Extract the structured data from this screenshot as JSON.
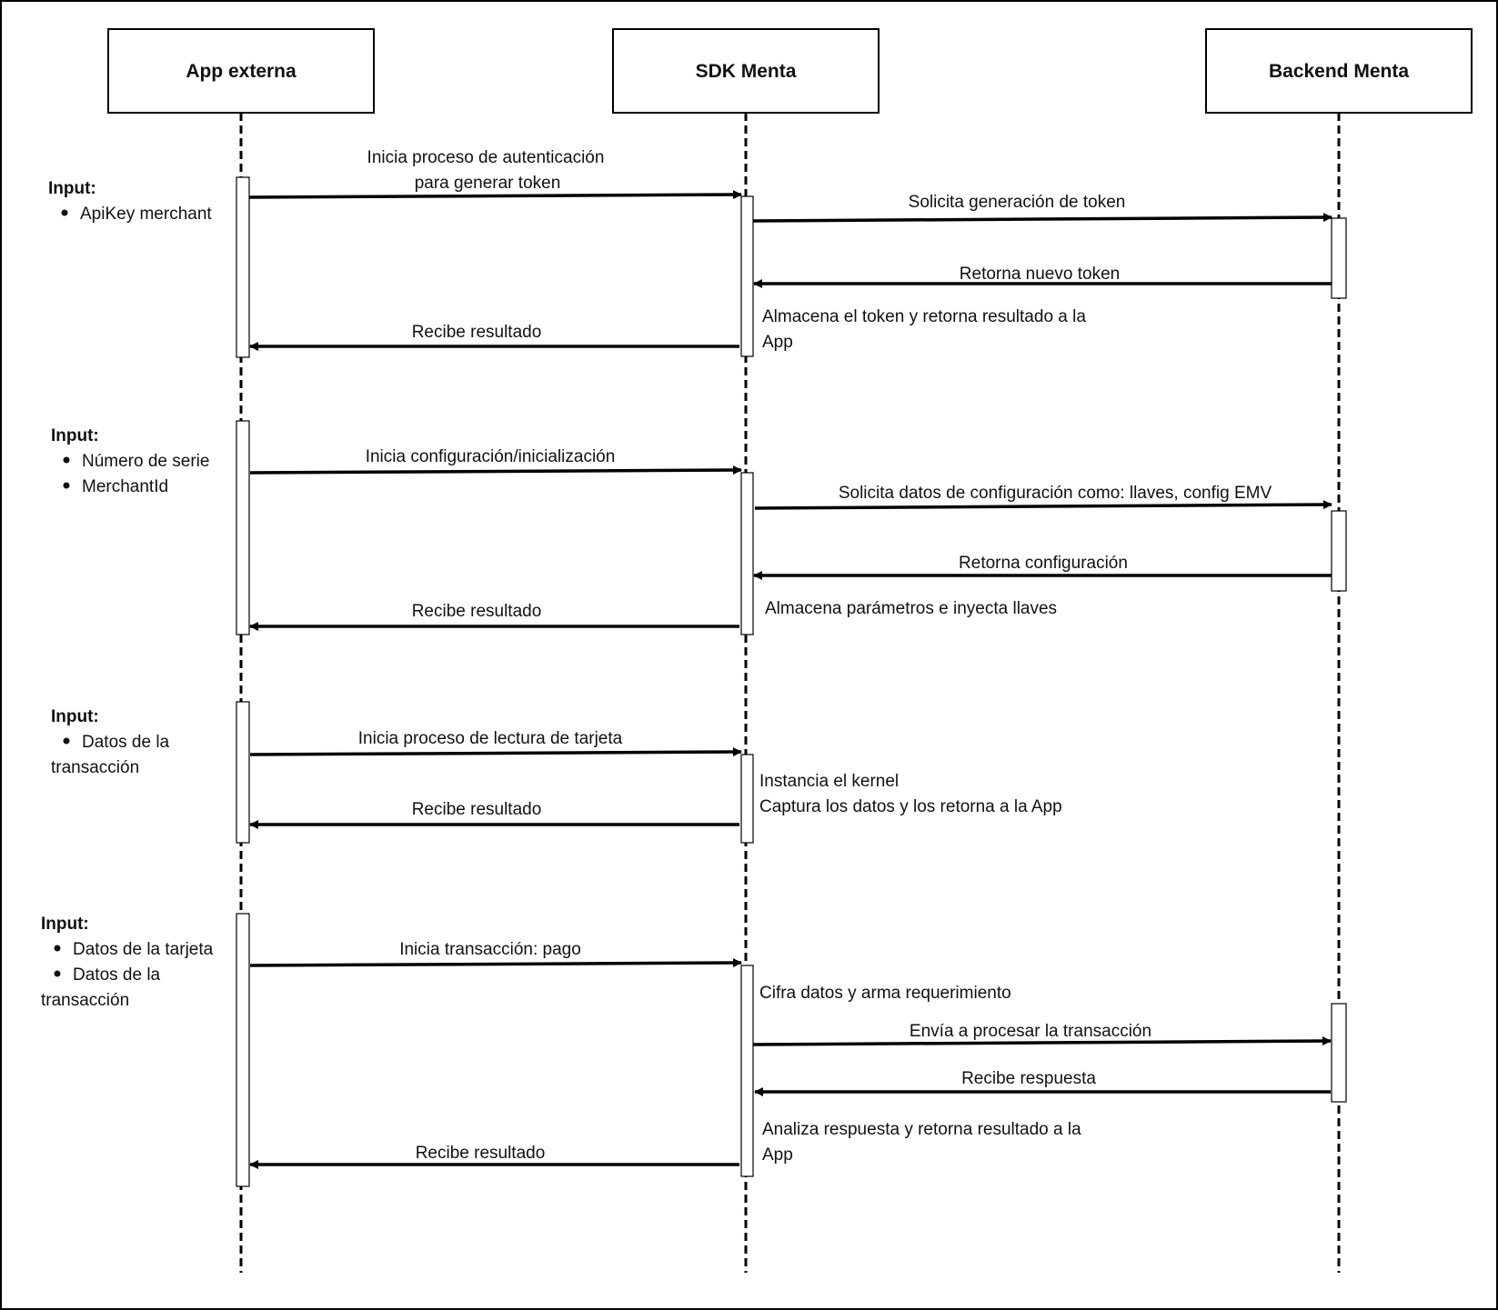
{
  "participants": [
    {
      "id": "app",
      "label": "App externa"
    },
    {
      "id": "sdk",
      "label": "SDK Menta"
    },
    {
      "id": "backend",
      "label": "Backend Menta"
    }
  ],
  "inputs": [
    {
      "title": "Input:",
      "items": [
        "ApiKey merchant"
      ]
    },
    {
      "title": "Input:",
      "items": [
        "Número de serie",
        "MerchantId"
      ]
    },
    {
      "title": "Input:",
      "items": [
        "Datos de la",
        "transacción"
      ]
    },
    {
      "title": "Input:",
      "items": [
        "Datos de la tarjeta",
        "Datos de la",
        "transacción"
      ]
    }
  ],
  "messages": [
    {
      "from": "app",
      "to": "sdk",
      "lines": [
        "Inicia proceso de autenticación",
        "para generar token"
      ]
    },
    {
      "from": "sdk",
      "to": "backend",
      "lines": [
        "Solicita generación de token"
      ]
    },
    {
      "from": "backend",
      "to": "sdk",
      "lines": [
        "Retorna nuevo token"
      ]
    },
    {
      "from": "sdk",
      "to": "app",
      "lines": [
        "Recibe resultado"
      ]
    },
    {
      "from": "app",
      "to": "sdk",
      "lines": [
        "Inicia configuración/inicialización"
      ]
    },
    {
      "from": "sdk",
      "to": "backend",
      "lines": [
        "Solicita datos de configuración como: llaves, config EMV"
      ]
    },
    {
      "from": "backend",
      "to": "sdk",
      "lines": [
        "Retorna configuración"
      ]
    },
    {
      "from": "sdk",
      "to": "app",
      "lines": [
        "Recibe resultado"
      ]
    },
    {
      "from": "app",
      "to": "sdk",
      "lines": [
        "Inicia proceso de lectura de tarjeta"
      ]
    },
    {
      "from": "sdk",
      "to": "app",
      "lines": [
        "Recibe resultado"
      ]
    },
    {
      "from": "app",
      "to": "sdk",
      "lines": [
        "Inicia transacción: pago"
      ]
    },
    {
      "from": "sdk",
      "to": "backend",
      "lines": [
        "Envía a procesar la transacción"
      ]
    },
    {
      "from": "backend",
      "to": "sdk",
      "lines": [
        "Recibe respuesta"
      ]
    },
    {
      "from": "sdk",
      "to": "app",
      "lines": [
        "Recibe resultado"
      ]
    }
  ],
  "notes": [
    {
      "lines": [
        "Almacena el token y retorna resultado a la",
        "App"
      ]
    },
    {
      "lines": [
        "Almacena parámetros e inyecta llaves"
      ]
    },
    {
      "lines": [
        "Instancia el kernel",
        "Captura los datos y los retorna a la App"
      ]
    },
    {
      "lines": [
        "Cifra datos y arma requerimiento"
      ]
    },
    {
      "lines": [
        "Analiza respuesta y retorna resultado a la",
        "App"
      ]
    }
  ]
}
